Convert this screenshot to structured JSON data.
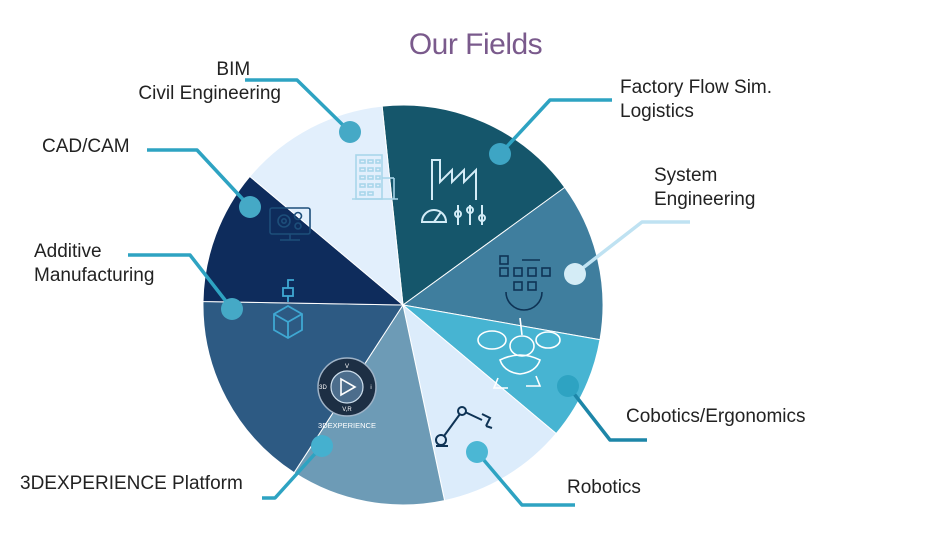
{
  "title": "Our Fields",
  "fields": [
    {
      "key": "bim",
      "lines": [
        "BIM",
        "Civil Engineering"
      ],
      "color": "#15566b",
      "icon": "building-icon"
    },
    {
      "key": "factory",
      "lines": [
        "Factory Flow Sim.",
        "Logistics"
      ],
      "color": "#3f7e9e",
      "icon": "factory-icon"
    },
    {
      "key": "system",
      "lines": [
        "System",
        "Engineering"
      ],
      "color": "#47b4d2",
      "icon": "flowchart-icon"
    },
    {
      "key": "cobotics",
      "lines": [
        "Cobotics/Ergonomics"
      ],
      "color": "#dcecfb",
      "icon": "mannequin-icon"
    },
    {
      "key": "robotics",
      "lines": [
        "Robotics"
      ],
      "color": "#6d9bb6",
      "icon": "robot-arm-icon"
    },
    {
      "key": "platform",
      "lines": [
        "3DEXPERIENCE Platform"
      ],
      "color": "#2d5a83",
      "icon": "compass-icon"
    },
    {
      "key": "additive",
      "lines": [
        "Additive",
        "Manufacturing"
      ],
      "color": "#0e2c5c",
      "icon": "cube-printer-icon"
    },
    {
      "key": "cad",
      "lines": [
        "CAD/CAM"
      ],
      "color": "#e2effc",
      "icon": "monitor-gear-icon"
    }
  ],
  "compass": {
    "brand": "3DEXPERIENCE",
    "top": "V",
    "left": "3D",
    "right": "i",
    "bottom": "V,R"
  }
}
